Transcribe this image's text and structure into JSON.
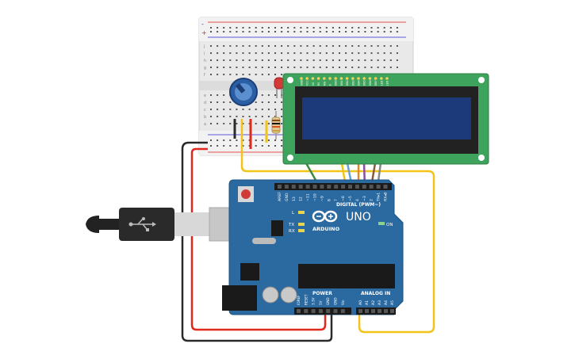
{
  "board": {
    "brand": "ARDUINO",
    "model": "UNO",
    "digital_header": "DIGITAL (PWM~)",
    "power_header": "POWER",
    "analog_header": "ANALOG IN",
    "on_label": "ON",
    "l_label": "L",
    "tx_label": "TX",
    "rx_label": "RX",
    "digital_pins": [
      "AREF",
      "GND",
      "13",
      "12",
      "~11",
      "~10",
      "~9",
      "8",
      "7",
      "~6",
      "~5",
      "4",
      "~3",
      "2",
      "TX▸1",
      "RX◂0"
    ],
    "power_pins": [
      "IOREF",
      "RESET",
      "3.3V",
      "5V",
      "GND",
      "GND",
      "Vin"
    ],
    "analog_pins": [
      "A0",
      "A1",
      "A2",
      "A3",
      "A4",
      "A5"
    ]
  },
  "lcd": {
    "pins": [
      "GND",
      "VCC",
      "V0",
      "RS",
      "RW",
      "E",
      "DB0",
      "DB1",
      "DB2",
      "DB3",
      "DB4",
      "DB5",
      "DB6",
      "DB7",
      "LED",
      "LED"
    ]
  },
  "breadboard": {
    "rail_plus": "+",
    "rail_minus": "-",
    "row_letters": [
      "a",
      "b",
      "c",
      "d",
      "e",
      "f",
      "g",
      "h",
      "i",
      "j"
    ]
  },
  "colors": {
    "board": "#2b6aa0",
    "lcd_pcb": "#3ea35c",
    "lcd_screen": "#1c3a7a",
    "wire_red": "#e0281e",
    "wire_black": "#2a2a2a",
    "wire_yellow": "#f2c417",
    "wire_green": "#3d8c3d",
    "wire_blue": "#6a9fd0",
    "wire_orange": "#e08a28",
    "wire_purple": "#8a4fa0",
    "wire_brown": "#8a5a3a"
  },
  "icons": {
    "usb_symbol": "usb-icon",
    "arduino_logo": "arduino-infinity-logo"
  }
}
